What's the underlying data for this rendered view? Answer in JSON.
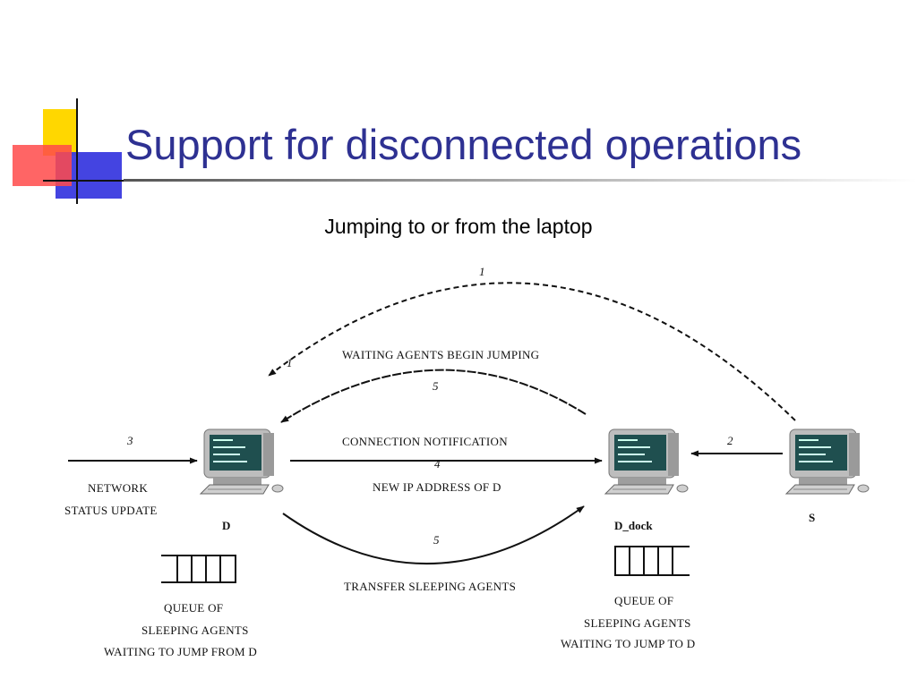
{
  "title": "Support for disconnected operations",
  "subtitle": "Jumping to or from the laptop",
  "colors": {
    "title": "#2e3192",
    "deco_yellow": "#ffd700",
    "deco_red": "#ff3b3b",
    "deco_blue": "#3a3adf",
    "screen": "#1f4f4f"
  },
  "diagram": {
    "nodes": {
      "d": "D",
      "d_dock": "D_dock",
      "s": "S"
    },
    "labels": {
      "network_line1": "NETWORK",
      "network_line2": "STATUS UPDATE",
      "waiting_agents": "WAITING AGENTS BEGIN JUMPING",
      "connection_notification": "CONNECTION NOTIFICATION",
      "new_ip": "NEW IP ADDRESS OF D",
      "transfer": "TRANSFER SLEEPING AGENTS",
      "queue_d_line1": "QUEUE OF",
      "queue_d_line2": "SLEEPING AGENTS",
      "queue_d_line3": "WAITING TO JUMP FROM D",
      "queue_dock_line1": "QUEUE OF",
      "queue_dock_line2": "SLEEPING AGENTS",
      "queue_dock_line3": "WAITING TO JUMP TO D"
    },
    "step_numbers": {
      "arc_top": "1",
      "from_s": "2",
      "network": "3",
      "notification": "4",
      "arc_mid": "5",
      "transfer": "5",
      "arrowhead_top": "1"
    },
    "icons": {
      "computer": "computer-icon",
      "queue": "queue-icon"
    }
  }
}
